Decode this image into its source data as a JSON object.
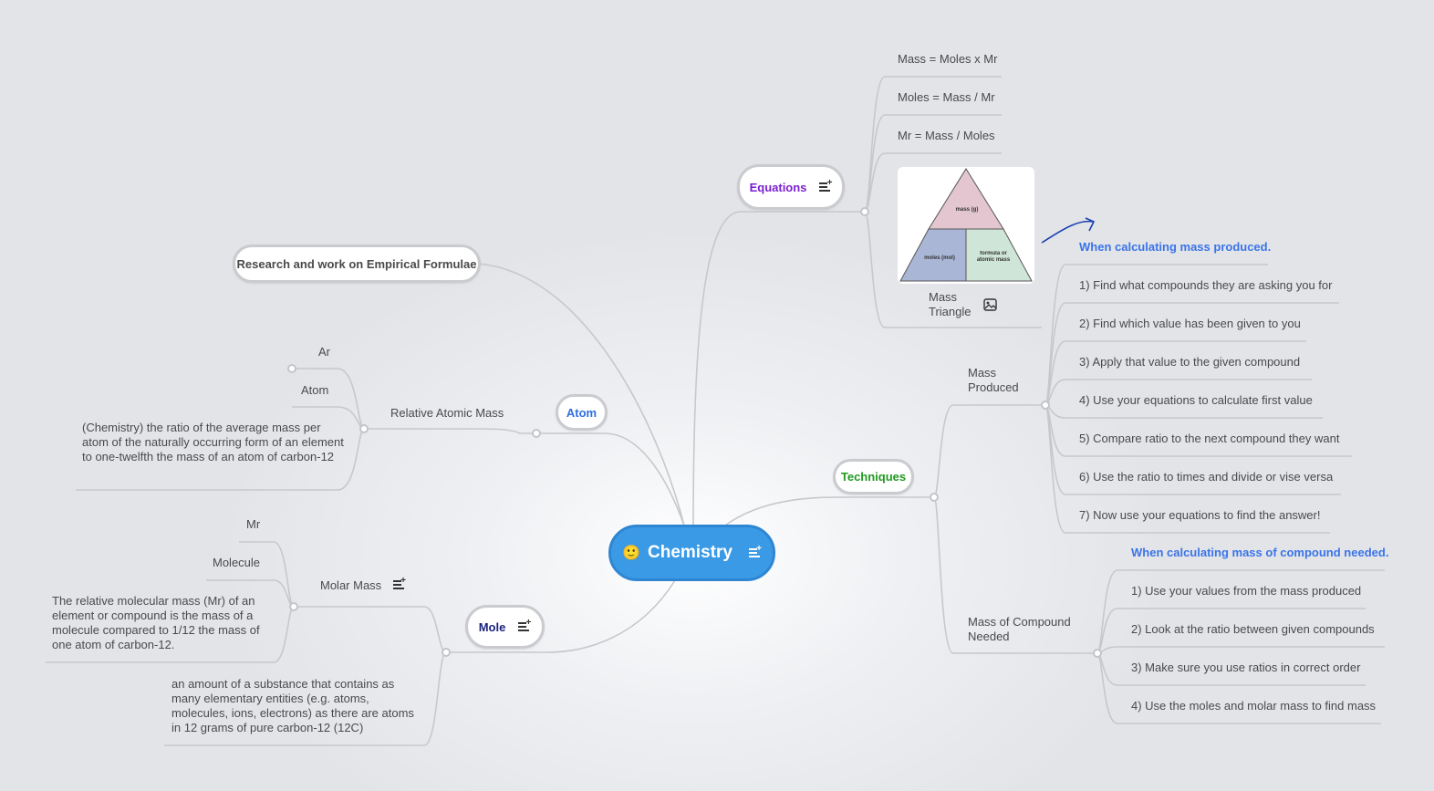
{
  "central": {
    "emoji": "🙂",
    "label": "Chemistry"
  },
  "branches": {
    "equations": {
      "label": "Equations",
      "items": [
        "Mass = Moles x Mr",
        "Moles = Mass / Mr",
        "Mr = Mass / Moles"
      ],
      "image_caption": "Mass Triangle",
      "triangle": {
        "top": "mass (g)",
        "left": "moles (mol)",
        "right": "formula or atomic mass"
      }
    },
    "research": {
      "label": "Research and work on Empirical Formulae"
    },
    "atom": {
      "label": "Atom",
      "sub": "Relative Atomic Mass",
      "children": [
        "Ar",
        "Atom",
        "(Chemistry) the ratio of the average mass per atom of the naturally occurring form of an element to one-twelfth the mass of an atom of carbon-12"
      ]
    },
    "mole": {
      "label": "Mole",
      "sub": "Molar Mass",
      "children": [
        "Mr",
        "Molecule",
        "The relative molecular mass (Mr) of an element or compound is the mass of a molecule compared to 1/12 the mass of one atom of carbon-12."
      ],
      "definition": "an amount of a substance that contains as many elementary entities (e.g. atoms, molecules, ions, electrons) as there are atoms in 12 grams of pure carbon-12 (12C)"
    },
    "techniques": {
      "label": "Techniques",
      "mass_produced": {
        "label": "Mass Produced",
        "heading": "When calculating mass produced.",
        "steps": [
          "1) Find what compounds they are asking you for",
          "2) Find which value has been given to you",
          "3) Apply that value to the given compound",
          "4) Use your equations to calculate first value",
          "5) Compare ratio to the next compound they want",
          "6) Use the ratio to times and divide or vise versa",
          "7) Now use your equations to find the answer!"
        ]
      },
      "mass_needed": {
        "label": "Mass of Compound Needed",
        "heading": "When calculating mass of compound needed.",
        "steps": [
          "1) Use your values from the mass produced",
          "2) Look at the ratio between given compounds",
          "3) Make sure you use ratios in correct order",
          "4) Use the moles and molar mass to find mass"
        ]
      }
    }
  },
  "colors": {
    "central": "#3b9ae6",
    "equations": "#7b1fd1",
    "atom": "#2f6fe0",
    "mole": "#1a237e",
    "techniques": "#1f9a1f",
    "highlight": "#3b74e8",
    "line": "#c3c5c9"
  }
}
